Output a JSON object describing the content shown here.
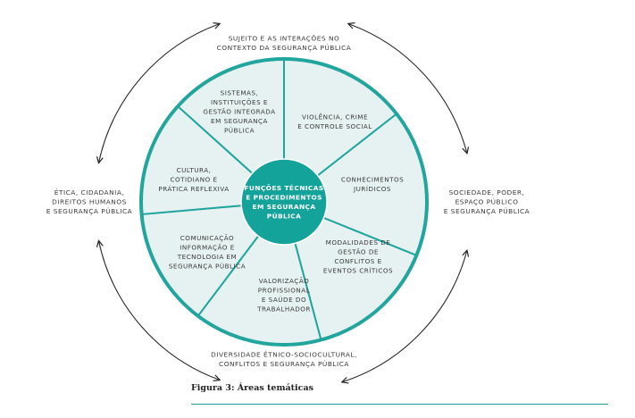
{
  "colors": {
    "segment_fill": "#e6f2f1",
    "segment_stroke": "#22a59d",
    "center_fill": "#14a39b",
    "arrow": "#2b2b2b",
    "text": "#3a3a3a",
    "rule": "#1c9a93"
  },
  "center": {
    "lines": [
      "FUNÇÕES TÉCNICAS",
      "E PROCEDIMENTOS",
      "EM SEGURANÇA",
      "PÚBLICA"
    ]
  },
  "segments": [
    {
      "name": "violencia-crime",
      "lines": [
        "VIOLÊNCIA, CRIME",
        "E CONTROLE SOCIAL"
      ]
    },
    {
      "name": "conhecimentos-juridicos",
      "lines": [
        "CONHECIMENTOS",
        "JURÍDICOS"
      ]
    },
    {
      "name": "modalidades-gestao",
      "lines": [
        "MODALIDADES DE",
        "GESTÃO DE",
        "CONFLITOS E",
        "EVENTOS CRÍTICOS"
      ]
    },
    {
      "name": "valorizacao-profissional",
      "lines": [
        "VALORIZAÇÃO",
        "PROFISSIONAL",
        "E SAÚDE DO",
        "TRABALHADOR"
      ]
    },
    {
      "name": "comunicacao-informacao",
      "lines": [
        "COMUNICAÇÃO",
        "INFORMAÇÃO E",
        "TECNOLOGIA EM",
        "SEGURANÇA PÚBLICA"
      ]
    },
    {
      "name": "cultura-cotidiano",
      "lines": [
        "CULTURA,",
        "COTIDIANO E",
        "PRÁTICA REFLEXIVA"
      ]
    },
    {
      "name": "sistemas-instituicoes",
      "lines": [
        "SISTEMAS,",
        "INSTITUIÇÕES E",
        "GESTÃO INTEGRADA",
        "EM SEGURANÇA",
        "PÚBLICA"
      ]
    }
  ],
  "outer": {
    "top": {
      "lines": [
        "SUJEITO E AS INTERAÇÕES NO",
        "CONTEXTO DA SEGURANÇA PÚBLICA"
      ]
    },
    "right": {
      "lines": [
        "SOCIEDADE, PODER,",
        "ESPAÇO PÚBLICO",
        "E SEGURANÇA PÚBLICA"
      ]
    },
    "bottom": {
      "lines": [
        "DIVERSIDADE ÉTNICO-SOCIOCULTURAL,",
        "CONFLITOS E SEGURANÇA PÚBLICA"
      ]
    },
    "left": {
      "lines": [
        "ÉTICA, CIDADANIA,",
        "DIREITOS HUMANOS",
        "E SEGURANÇA PÚBLICA"
      ]
    }
  },
  "caption": "Figura 3: Áreas temáticas"
}
